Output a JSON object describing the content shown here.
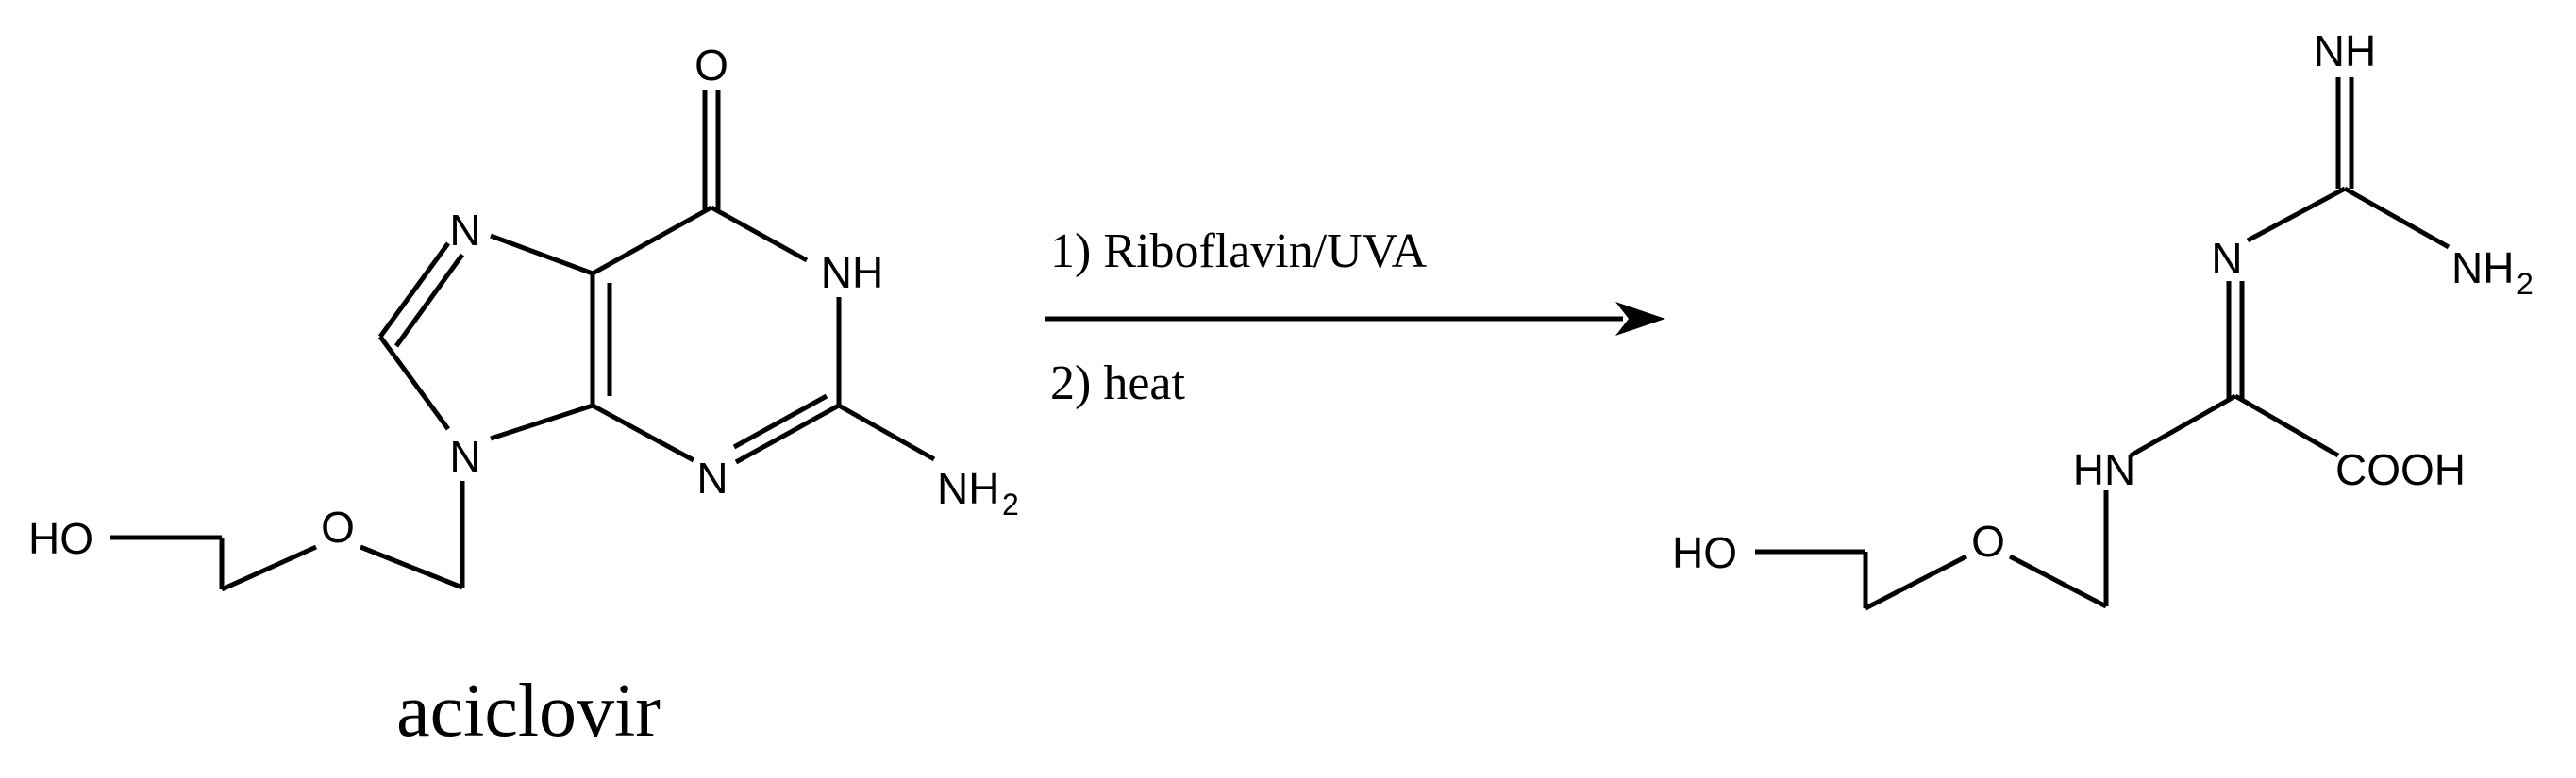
{
  "reactant": {
    "name": "aciclovir",
    "labels": {
      "o_carbonyl": "O",
      "n7": "N",
      "nh1": "NH",
      "n9": "N",
      "n3": "N",
      "nh2_main": "NH",
      "nh2_sub": "2",
      "ho": "HO",
      "o_ether": "O"
    }
  },
  "reaction": {
    "step1": "1) Riboflavin/UVA",
    "step2": "2) heat"
  },
  "product": {
    "labels": {
      "nh_imine": "NH",
      "n_imine": "N",
      "nh2_main": "NH",
      "nh2_sub": "2",
      "hn": "HN",
      "cooh": "COOH",
      "ho": "HO",
      "o_ether": "O"
    }
  },
  "colors": {
    "ink": "#000000",
    "background": "#ffffff"
  }
}
